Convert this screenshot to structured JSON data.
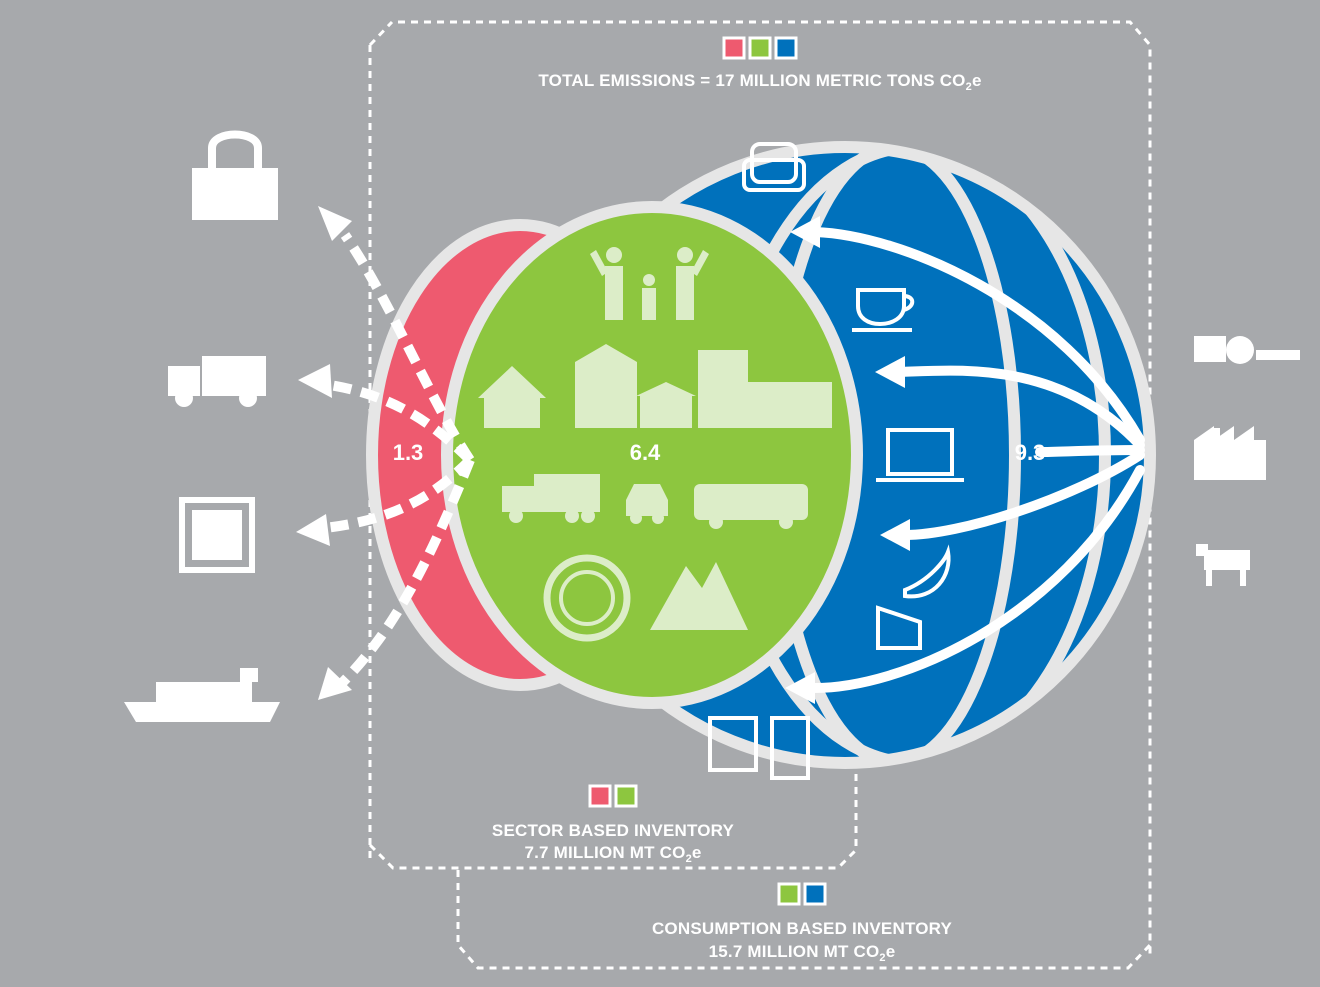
{
  "total": {
    "label": "TOTAL EMISSIONS = 17 MILLION METRIC TONS CO",
    "sub": "2",
    "tail": "e",
    "swatches": [
      "#ee5a6f",
      "#8dc63f",
      "#0071bc"
    ]
  },
  "sector": {
    "line1": "SECTOR BASED INVENTORY",
    "line2": "7.7 MILLION MT CO",
    "sub": "2",
    "tail": "e",
    "swatches": [
      "#ee5a6f",
      "#8dc63f"
    ]
  },
  "consumption": {
    "line1": "CONSUMPTION BASED INVENTORY",
    "line2": "15.7 MILLION MT CO",
    "sub": "2",
    "tail": "e",
    "swatches": [
      "#8dc63f",
      "#0071bc"
    ]
  },
  "values": {
    "exports": "1.3",
    "local": "6.4",
    "imports": "9.3"
  },
  "colors": {
    "background": "#a7a9ac",
    "exports": "#ee5a6f",
    "local": "#8dc63f",
    "imports": "#0071bc",
    "outline": "#e6e6e6"
  },
  "icons": {
    "left": [
      "shopping-bag-icon",
      "delivery-truck-icon",
      "computer-chip-icon",
      "cargo-ship-icon"
    ],
    "right": [
      "tractor-icon",
      "factory-icon",
      "cow-icon"
    ],
    "local": [
      "family-icon",
      "houses-buildings-icon",
      "truck-icon",
      "car-icon",
      "bus-icon",
      "city-seal-icon",
      "mountain-icon"
    ],
    "imports": [
      "armchair-icon",
      "coffee-cup-icon",
      "laptop-icon",
      "banana-icon",
      "cheese-icon",
      "clothing-icon"
    ]
  }
}
